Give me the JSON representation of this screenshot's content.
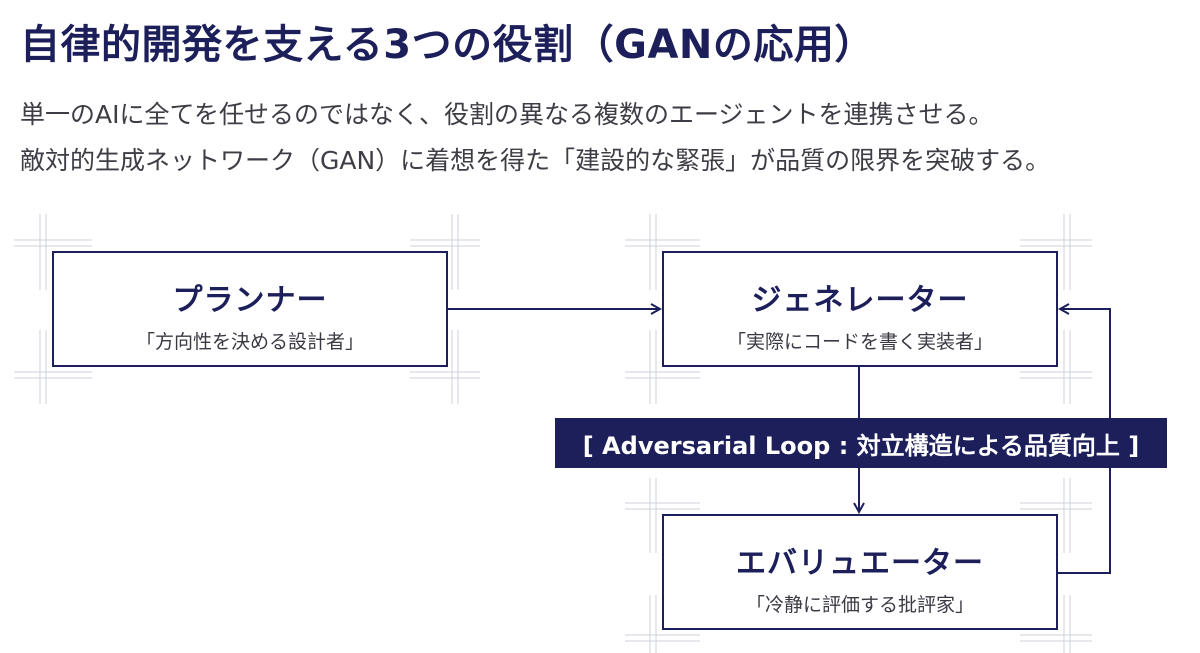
{
  "title": "自律的開発を支える3つの役割（GANの応用）",
  "description": {
    "line1": "単一のAIに全てを任せるのではなく、役割の異なる複数のエージェントを連携させる。",
    "line2": "敵対的生成ネットワーク（GAN）に着想を得た「建設的な緊張」が品質の限界を突破する。"
  },
  "roles": {
    "planner": {
      "name": "プランナー",
      "desc": "「方向性を決める設計者」"
    },
    "generator": {
      "name": "ジェネレーター",
      "desc": "「実際にコードを書く実装者」"
    },
    "evaluator": {
      "name": "エバリュエーター",
      "desc": "「冷静に評価する批評家」"
    }
  },
  "loop_label": "[ Adversarial Loop : 対立構造による品質向上 ]",
  "colors": {
    "primary": "#1c1f5a",
    "text": "#3d3d45",
    "crosshair": "#cfd2dc"
  }
}
